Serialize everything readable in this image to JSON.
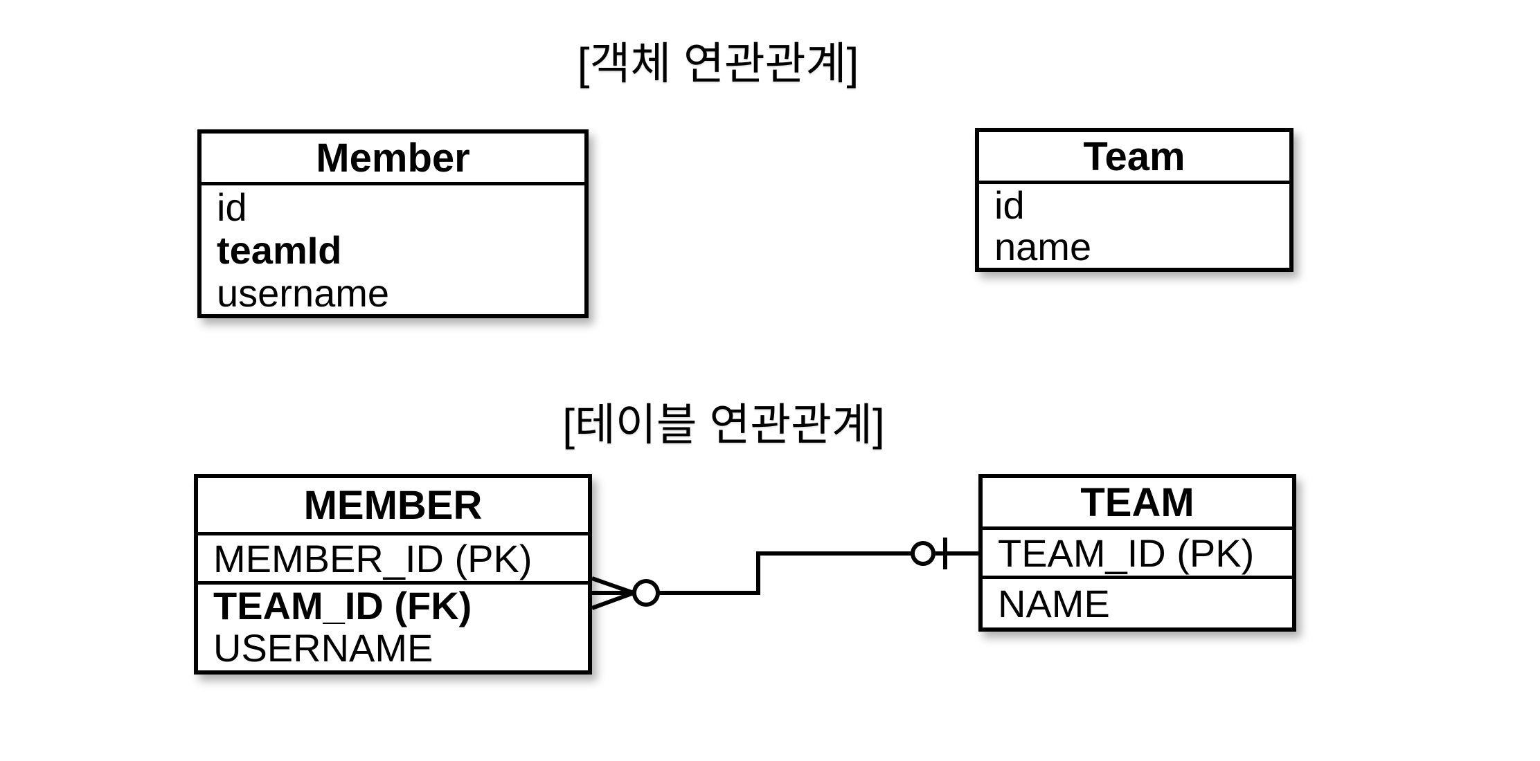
{
  "page": {
    "background": "#ffffff",
    "ink": "#000000"
  },
  "object_relation": {
    "title": "[객체 연관관계]",
    "member": {
      "name": "Member",
      "fields": [
        {
          "label": "id",
          "emphasis": false
        },
        {
          "label": "teamId",
          "emphasis": true
        },
        {
          "label": "username",
          "emphasis": false
        }
      ]
    },
    "team": {
      "name": "Team",
      "fields": [
        {
          "label": "id",
          "emphasis": false
        },
        {
          "label": "name",
          "emphasis": false
        }
      ]
    }
  },
  "table_relation": {
    "title": "[테이블 연관관계]",
    "member": {
      "name": "MEMBER",
      "key_field": {
        "label": "MEMBER_ID (PK)",
        "emphasis": false
      },
      "fields": [
        {
          "label": "TEAM_ID (FK)",
          "emphasis": true
        },
        {
          "label": "USERNAME",
          "emphasis": false
        }
      ]
    },
    "team": {
      "name": "TEAM",
      "key_field": {
        "label": "TEAM_ID (PK)",
        "emphasis": false
      },
      "fields": [
        {
          "label": "NAME",
          "emphasis": false
        }
      ]
    },
    "relationship": {
      "member_end_marker": "crow-foot-many-with-ring",
      "team_end_marker": "ring-with-one-bar"
    }
  }
}
